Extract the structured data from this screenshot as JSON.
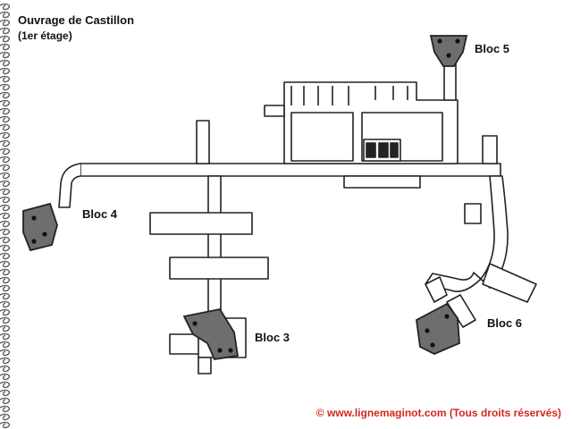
{
  "title": "Ouvrage de Castillon",
  "subtitle": "(1er étage)",
  "blocs": {
    "bloc5": "Bloc 5",
    "bloc4": "Bloc 4",
    "bloc3": "Bloc 3",
    "bloc6": "Bloc 6"
  },
  "copyright": "© www.lignemaginot.com (Tous droits réservés)",
  "colors": {
    "bloc_fill": "#6e6e6e",
    "copyright": "#d4261c",
    "spiral": "#555555"
  }
}
